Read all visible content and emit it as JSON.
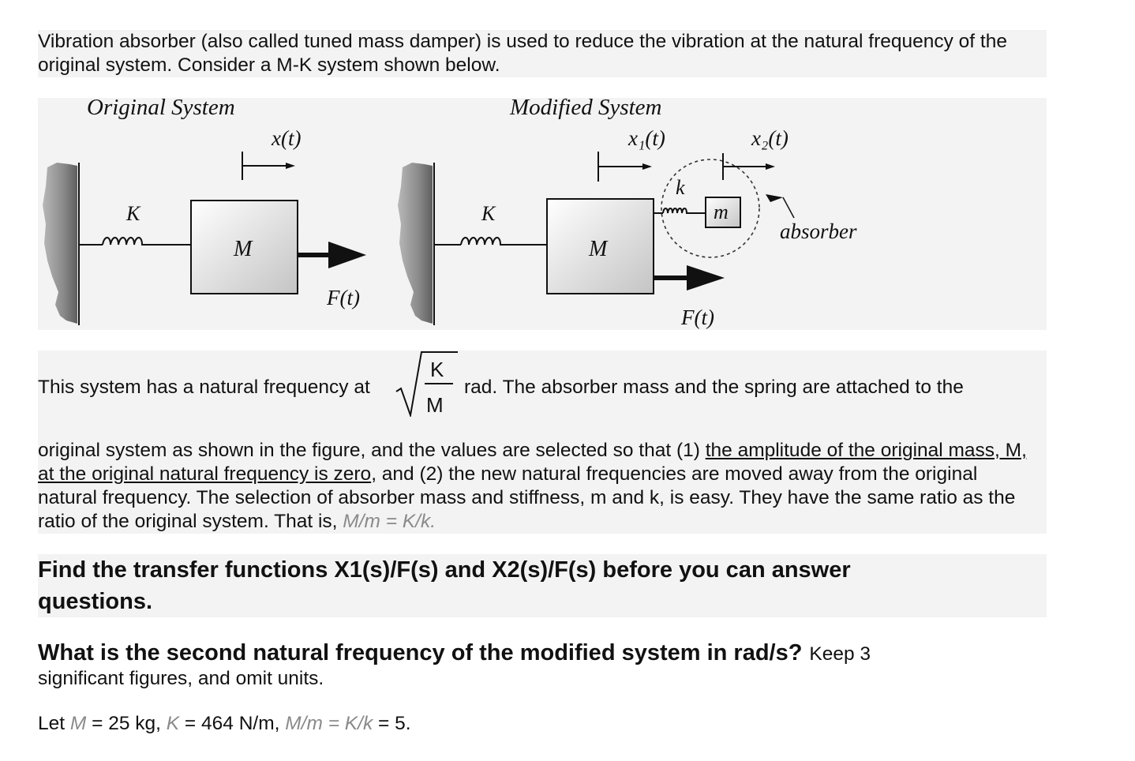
{
  "intro": {
    "text": "Vibration absorber (also called tuned mass damper) is used to reduce the vibration at the natural frequency of the original system. Consider a M-K system shown below."
  },
  "figure": {
    "original_title": "Original System",
    "modified_title": "Modified System",
    "x_label": "x(t)",
    "x1_label": "x₁(t)",
    "x2_label": "x₂(t)",
    "K_label": "K",
    "M_label": "M",
    "k_label": "k",
    "m_label": "m",
    "F_label": "F(t)",
    "absorber_label": "absorber"
  },
  "freq": {
    "before": "This system has a natural frequency at",
    "sqrt_num": "K",
    "sqrt_den": "M",
    "after": "rad. The absorber mass and the spring are attached to the",
    "rest_a": "original system as shown in the figure, and the values are selected so that (1) ",
    "rest_u": "the amplitude of the original mass, M, at the original natural frequency is zero",
    "rest_b": ", and (2) the new natural frequencies are moved away from the original natural frequency.  The selection of absorber mass and stiffness, m and k, is easy. They have the same ratio as the ratio of the original system. That is, ",
    "ratio": "M/m = K/k."
  },
  "tf": {
    "text": "Find the transfer functions X1(s)/F(s) and X2(s)/F(s) before you can answer questions."
  },
  "question": {
    "bold": "What is the second natural frequency of the modified system in rad/s?",
    "normal_a": "Keep 3",
    "normal_b": "significant figures, and omit units."
  },
  "let": {
    "prefix": "Let ",
    "M": "M",
    "M_val": " = 25 kg, ",
    "K": "K",
    "K_val": " = 464 N/m, ",
    "ratio": "M/m = K/k",
    "ratio_val": " = 5."
  }
}
